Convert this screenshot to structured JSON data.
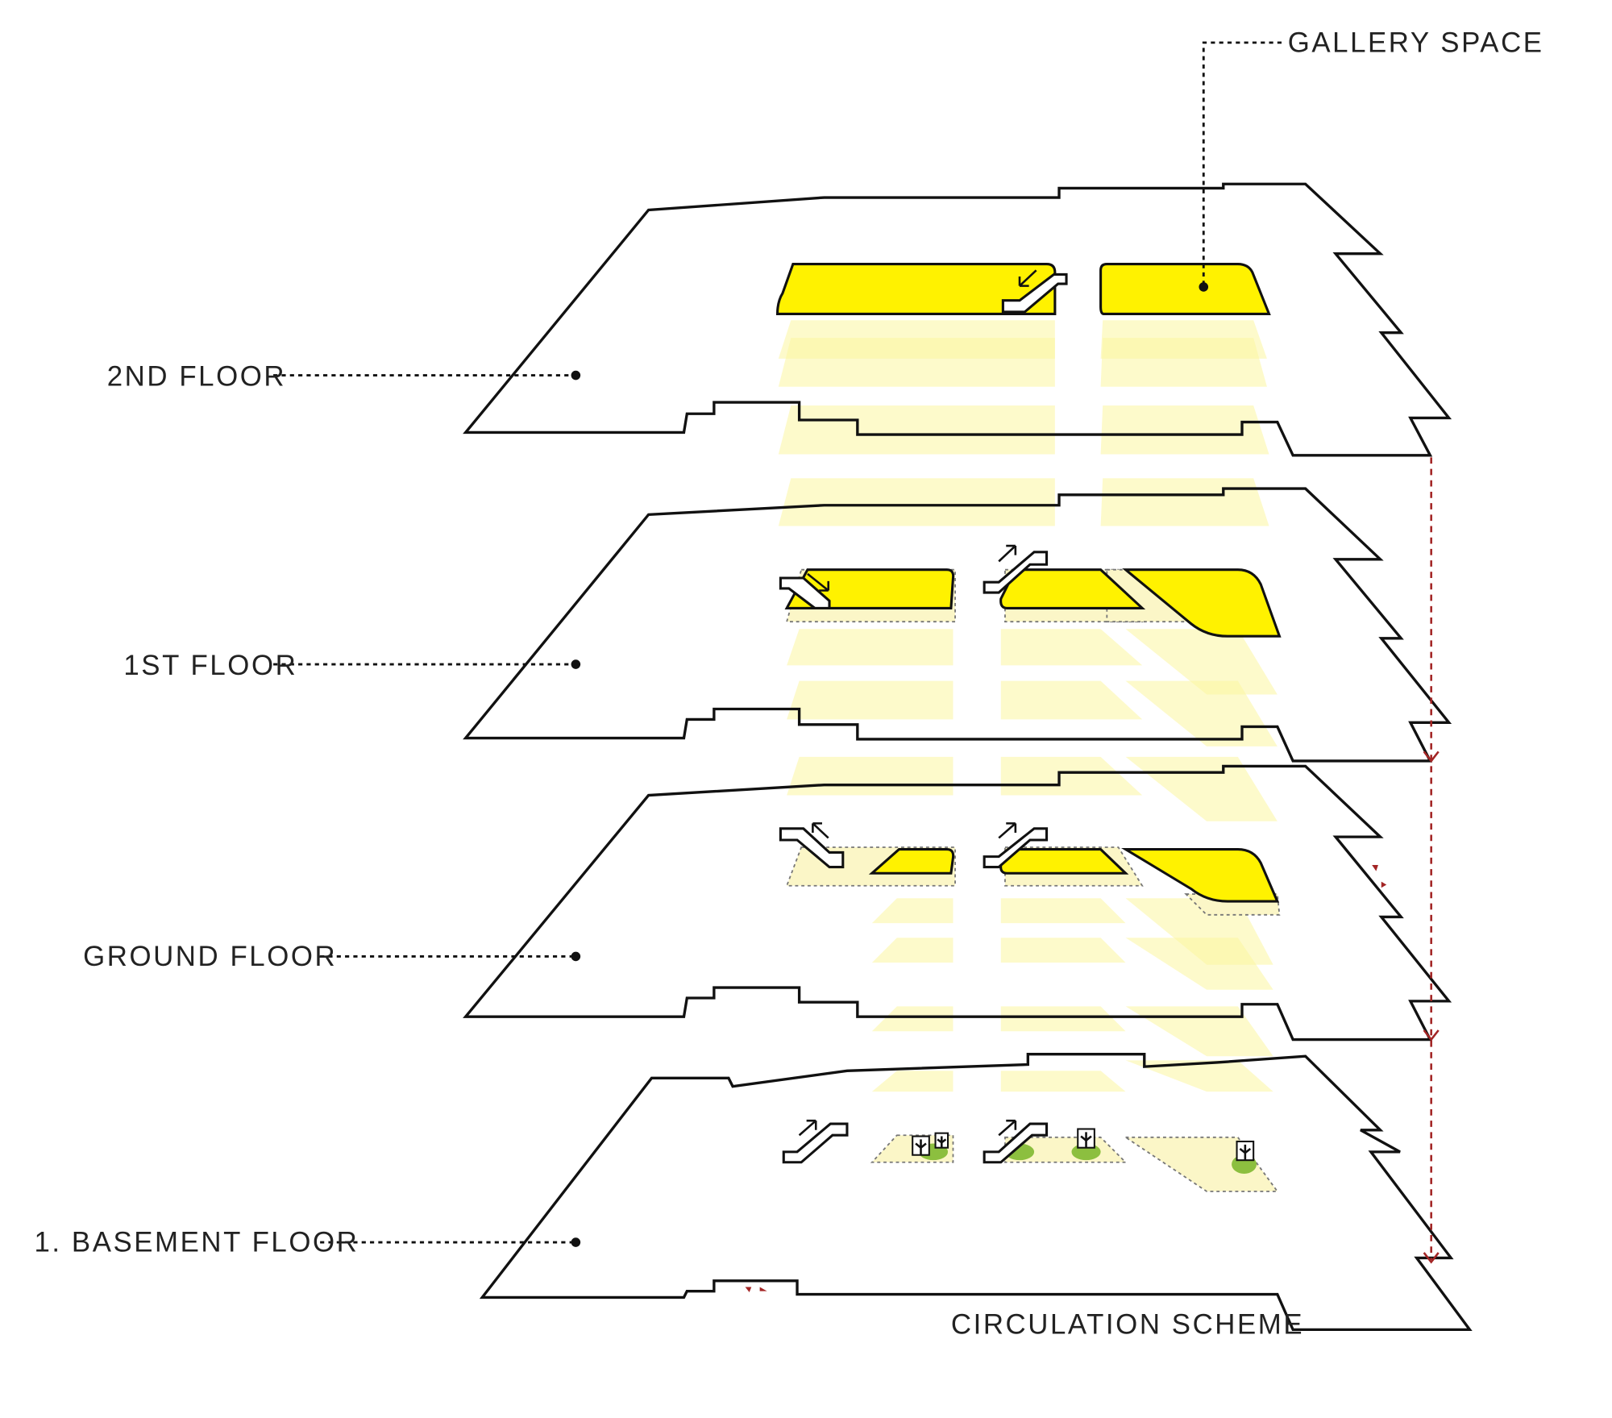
{
  "labels": {
    "gallery_space": "GALLERY SPACE",
    "second_floor": "2ND FLOOR",
    "first_floor": "1ST FLOOR",
    "ground_floor": "GROUND FLOOR",
    "basement_floor": "1. BASEMENT FLOOR",
    "circulation_scheme": "CIRCULATION SCHEME"
  },
  "colors": {
    "gallery_yellow": "#fff200",
    "ghost_yellow": "#fbf5a0",
    "zone_fill": "#fbf6c7",
    "circulation_red": "#a32525",
    "planting_green": "#8cbf3f"
  },
  "icons": [
    "escalator-icon",
    "arrow-up-icon",
    "arrow-down-icon",
    "tree-icon",
    "entrance-marker-icon"
  ]
}
